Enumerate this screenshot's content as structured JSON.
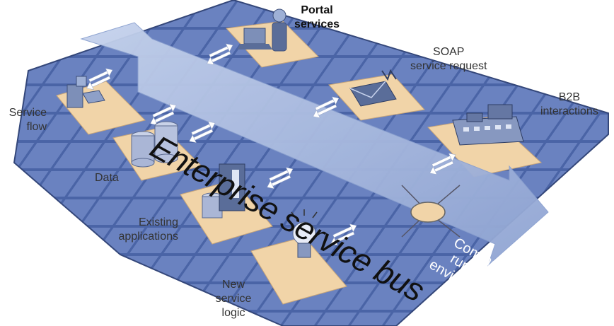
{
  "diagram": {
    "bus_title": "Enterprise service bus",
    "runtime_label": [
      "Common",
      "runtime",
      "environment"
    ],
    "labels": {
      "portal": [
        "Portal",
        "services"
      ],
      "soap": [
        "SOAP",
        "service request"
      ],
      "b2b": [
        "B2B",
        "interactions"
      ],
      "service_flow": [
        "Service",
        "flow"
      ],
      "data": [
        "Data"
      ],
      "existing": [
        "Existing",
        "applications"
      ],
      "new_logic": [
        "New",
        "service",
        "logic"
      ]
    },
    "colors": {
      "board_tile": "#4a64a6",
      "board_tile_light": "#6f86c0",
      "pad": "#f1d4a8",
      "bus": "#a9b9dc",
      "arrow_white": "#ffffff"
    },
    "icons": [
      "user-laptop-icon",
      "envelope-icon",
      "factory-icon",
      "service-flow-icon",
      "database-icon",
      "server-icon",
      "lightbulb-icon"
    ]
  }
}
